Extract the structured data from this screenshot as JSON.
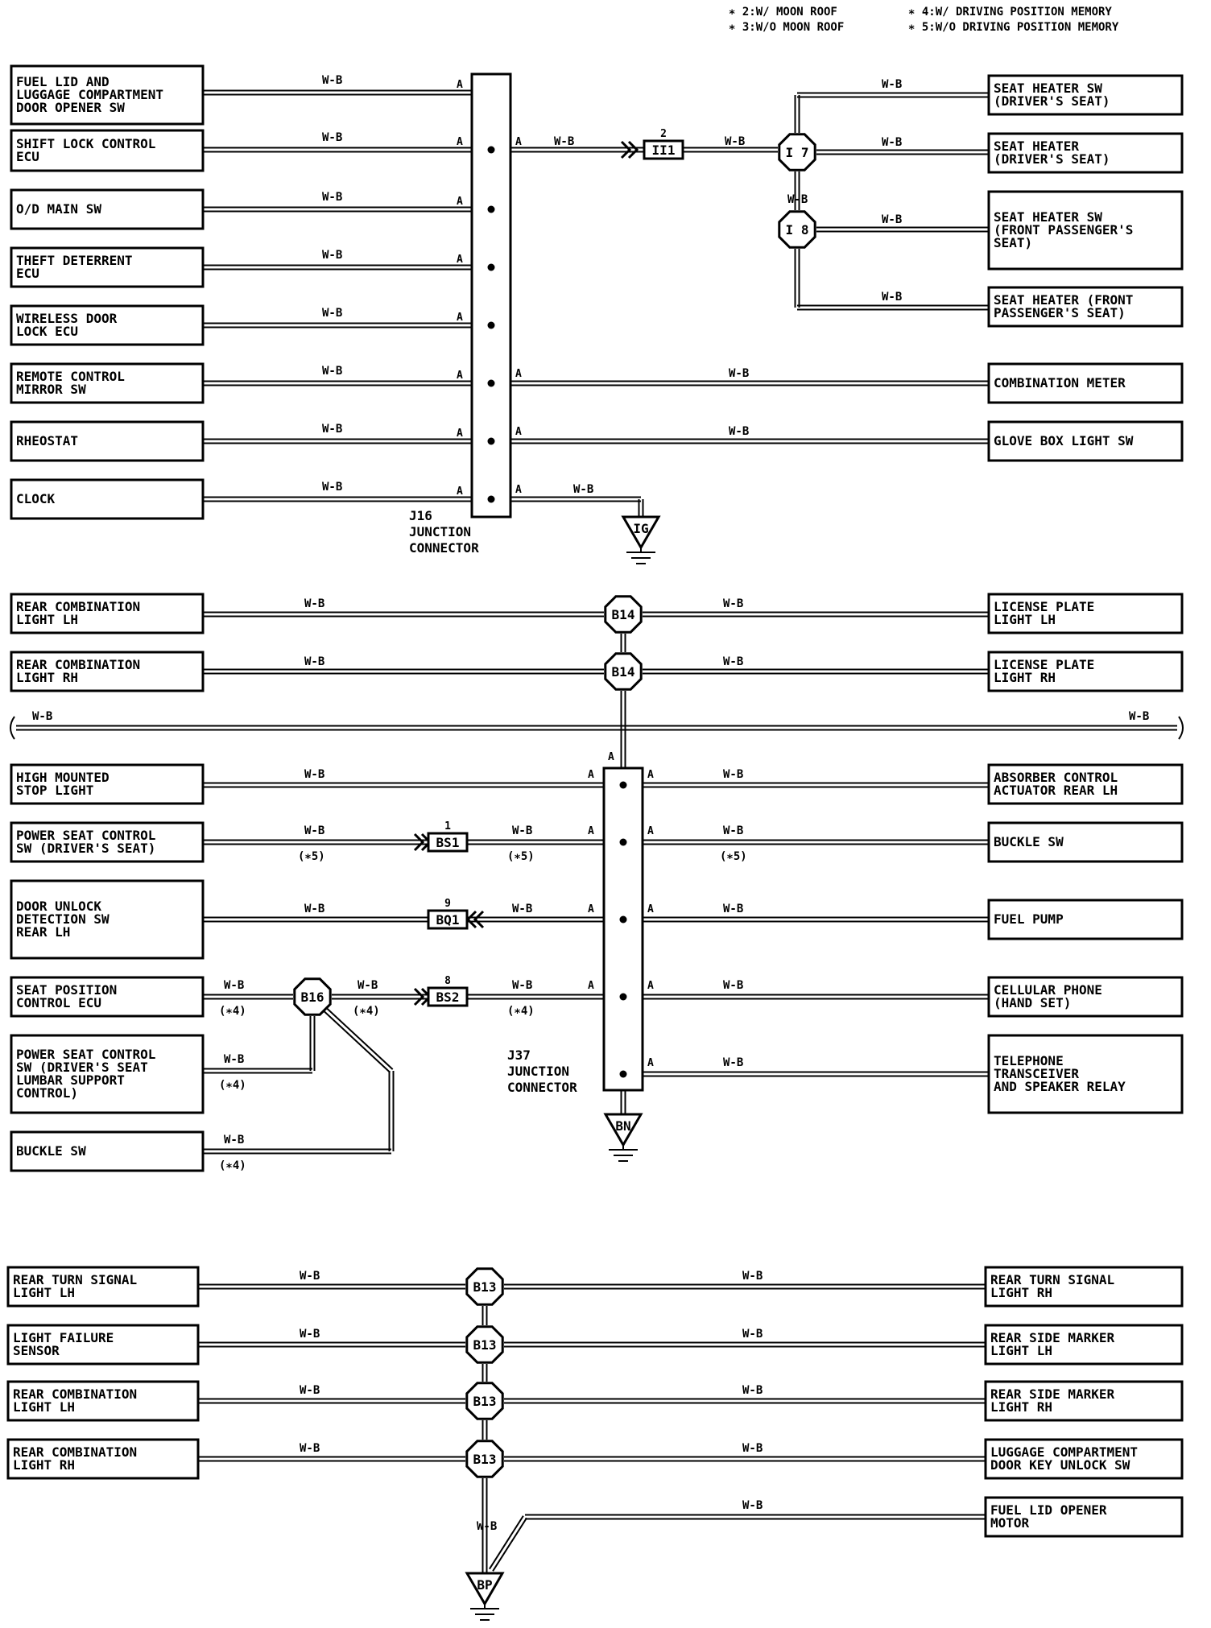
{
  "legend": [
    "∗ 2:W/ MOON ROOF",
    "∗ 3:W/O MOON ROOF",
    "∗ 4:W/ DRIVING POSITION MEMORY",
    "∗ 5:W/O DRIVING POSITION MEMORY"
  ],
  "wire_color": "W-B",
  "pin": "A",
  "option_4": "(∗4)",
  "option_5": "(∗5)",
  "junctions": {
    "j16": [
      "J16",
      "JUNCTION",
      "CONNECTOR"
    ],
    "j37": [
      "J37",
      "JUNCTION",
      "CONNECTOR"
    ]
  },
  "grounds": {
    "ig": "IG",
    "bn": "BN",
    "bp": "BP"
  },
  "connectors": {
    "ii1": {
      "pin": "2",
      "name": "II1"
    },
    "bs1": {
      "pin": "1",
      "name": "BS1"
    },
    "bq1": {
      "pin": "9",
      "name": "BQ1"
    },
    "bs2": {
      "pin": "8",
      "name": "BS2"
    }
  },
  "splices": {
    "i7": "I 7",
    "i8": "I 8",
    "b14": "B14",
    "b16": "B16",
    "b13": "B13"
  },
  "section1": {
    "left": [
      [
        "FUEL LID AND",
        "LUGGAGE COMPARTMENT",
        "DOOR OPENER SW"
      ],
      [
        "SHIFT LOCK CONTROL",
        "ECU"
      ],
      [
        "O/D MAIN SW"
      ],
      [
        "THEFT DETERRENT",
        "ECU"
      ],
      [
        "WIRELESS DOOR",
        "LOCK ECU"
      ],
      [
        "REMOTE CONTROL",
        "MIRROR SW"
      ],
      [
        "RHEOSTAT"
      ],
      [
        "CLOCK"
      ]
    ],
    "right": [
      [
        "SEAT HEATER SW",
        "(DRIVER'S SEAT)"
      ],
      [
        "SEAT HEATER",
        "(DRIVER'S SEAT)"
      ],
      [
        "SEAT HEATER SW",
        "(FRONT PASSENGER'S",
        " SEAT)"
      ],
      [
        "SEAT HEATER (FRONT",
        "PASSENGER'S SEAT)"
      ],
      [
        "COMBINATION METER"
      ],
      [
        "GLOVE BOX LIGHT SW"
      ]
    ]
  },
  "section2": {
    "left": [
      [
        "REAR COMBINATION",
        "LIGHT LH"
      ],
      [
        "REAR COMBINATION",
        "LIGHT RH"
      ],
      [
        "HIGH MOUNTED",
        "STOP LIGHT"
      ],
      [
        "POWER SEAT CONTROL",
        "SW (DRIVER'S SEAT)"
      ],
      [
        "DOOR UNLOCK",
        "DETECTION SW",
        "REAR LH"
      ],
      [
        "SEAT POSITION",
        "CONTROL ECU"
      ],
      [
        "POWER SEAT CONTROL",
        "SW (DRIVER'S SEAT",
        "LUMBAR SUPPORT",
        "CONTROL)"
      ],
      [
        "BUCKLE SW"
      ]
    ],
    "right": [
      [
        "LICENSE PLATE",
        "LIGHT LH"
      ],
      [
        "LICENSE PLATE",
        "LIGHT RH"
      ],
      [
        "ABSORBER CONTROL",
        "ACTUATOR REAR LH"
      ],
      [
        "BUCKLE SW"
      ],
      [
        "FUEL PUMP"
      ],
      [
        "CELLULAR PHONE",
        "(HAND SET)"
      ],
      [
        "TELEPHONE",
        "TRANSCEIVER",
        "AND SPEAKER RELAY"
      ]
    ]
  },
  "section3": {
    "left": [
      [
        "REAR TURN SIGNAL",
        "LIGHT LH"
      ],
      [
        "LIGHT FAILURE",
        "SENSOR"
      ],
      [
        "REAR COMBINATION",
        "LIGHT LH"
      ],
      [
        "REAR COMBINATION",
        "LIGHT RH"
      ]
    ],
    "right": [
      [
        "REAR TURN SIGNAL",
        "LIGHT RH"
      ],
      [
        "REAR SIDE MARKER",
        "LIGHT LH"
      ],
      [
        "REAR SIDE MARKER",
        "LIGHT RH"
      ],
      [
        "LUGGAGE COMPARTMENT",
        "DOOR KEY UNLOCK SW"
      ],
      [
        "FUEL LID OPENER",
        "MOTOR"
      ]
    ]
  }
}
